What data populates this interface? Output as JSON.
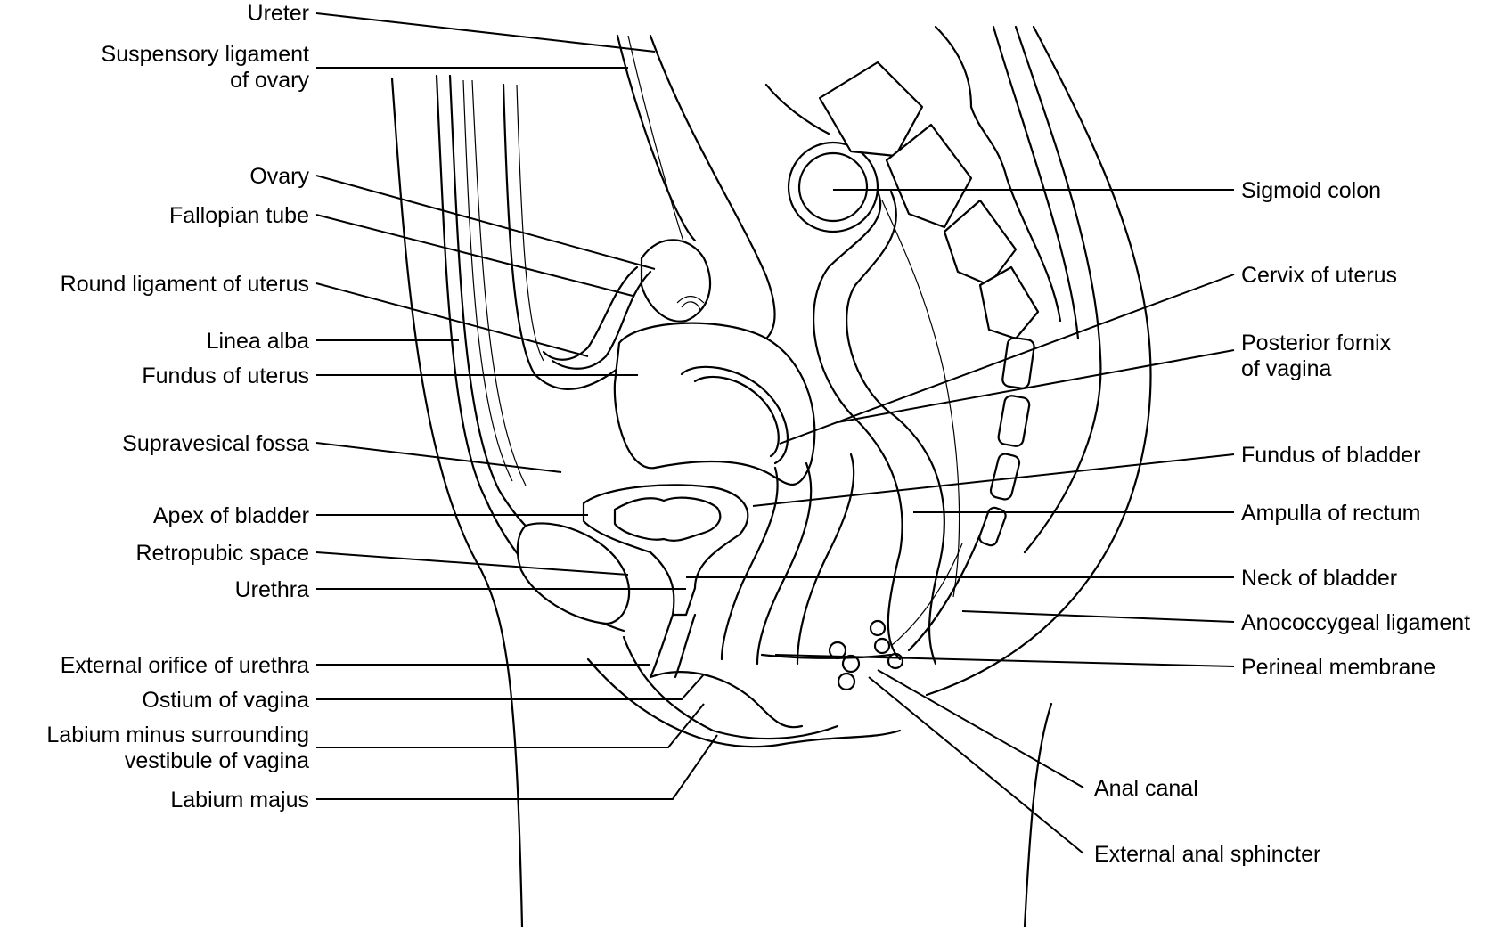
{
  "labels": {
    "ureter": "Ureter",
    "suspensory_ligament_1": "Suspensory ligament",
    "suspensory_ligament_2": "of ovary",
    "ovary": "Ovary",
    "fallopian_tube": "Fallopian tube",
    "round_ligament": "Round ligament of uterus",
    "linea_alba": "Linea alba",
    "fundus_uterus": "Fundus of uterus",
    "supravesical_fossa": "Supravesical fossa",
    "apex_bladder": "Apex of bladder",
    "retropubic_space": "Retropubic space",
    "urethra": "Urethra",
    "external_orifice_urethra": "External orifice of urethra",
    "ostium_vagina": "Ostium of vagina",
    "labium_minus_1": "Labium minus surrounding",
    "labium_minus_2": "vestibule of vagina",
    "labium_majus": "Labium majus",
    "sigmoid_colon": "Sigmoid colon",
    "cervix_uterus": "Cervix of uterus",
    "posterior_fornix_1": "Posterior fornix",
    "posterior_fornix_2": "of vagina",
    "fundus_bladder": "Fundus of bladder",
    "ampulla_rectum": "Ampulla of rectum",
    "neck_bladder": "Neck of bladder",
    "anococcygeal_ligament": "Anococcygeal ligament",
    "perineal_membrane": "Perineal membrane",
    "anal_canal": "Anal canal",
    "external_anal_sphincter": "External anal sphincter"
  }
}
